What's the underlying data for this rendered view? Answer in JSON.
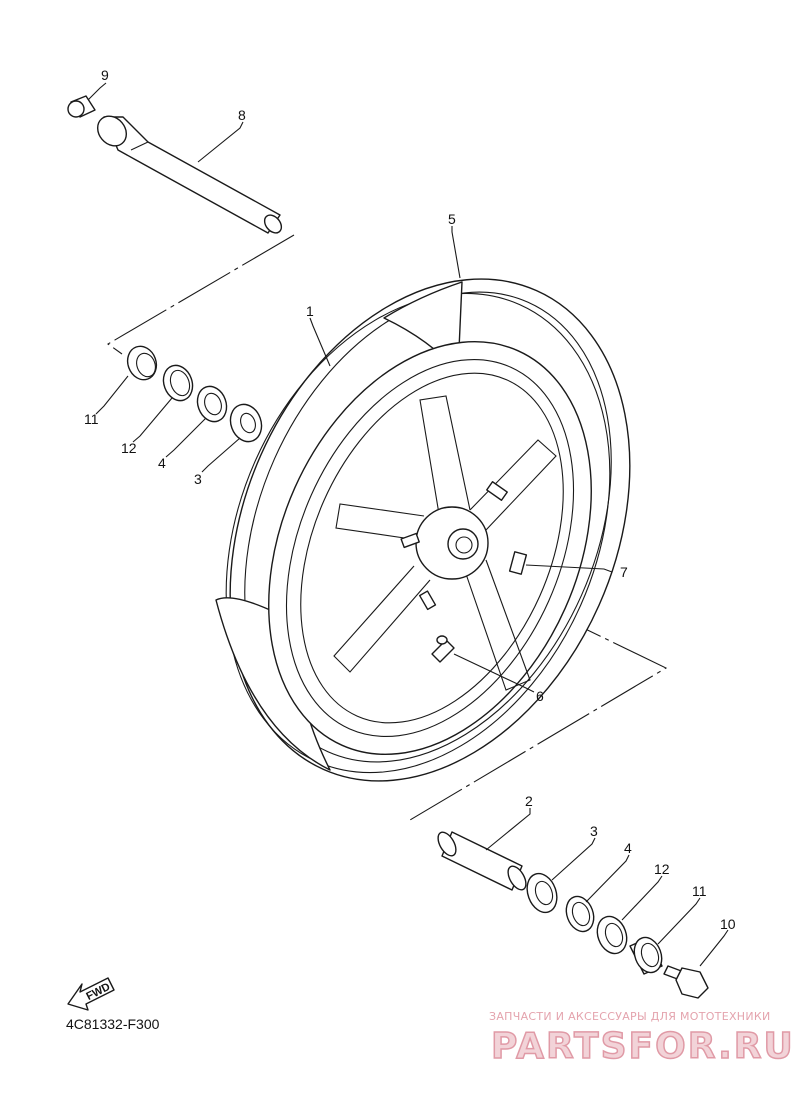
{
  "diagram": {
    "reference_code": "4C81332-F300",
    "fwd_label": "FWD",
    "callouts": {
      "wheel": "1",
      "collar": "2",
      "bearing_left": "3",
      "bearing_right": "3",
      "oil_seal_left": "4",
      "oil_seal_right": "4",
      "tire": "5",
      "valve": "6",
      "balance_weight": "7",
      "axle": "8",
      "axle_nut": "9",
      "bolt": "10",
      "collar_left": "11",
      "collar_right": "11",
      "spacer_left": "12",
      "spacer_right": "12"
    }
  },
  "watermark": {
    "tagline": "ЗАПЧАСТИ И АКСЕССУАРЫ ДЛЯ МОТОТЕХНИКИ",
    "logo": "PARTSFOR.RU"
  }
}
